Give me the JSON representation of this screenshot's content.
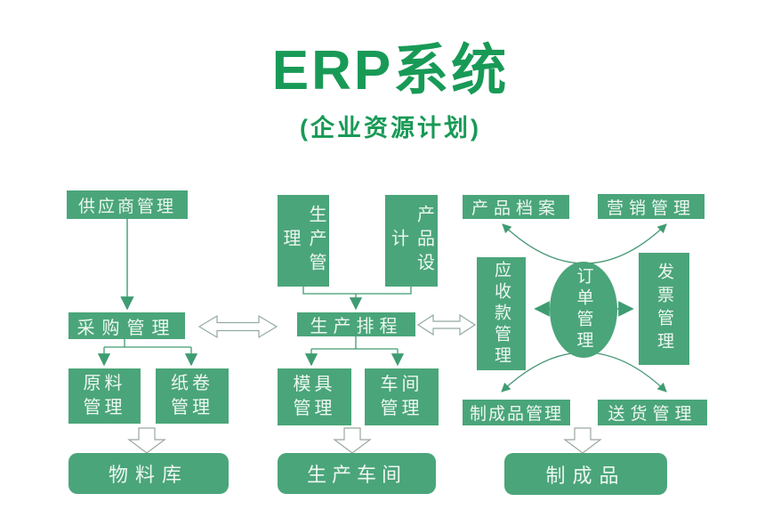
{
  "title": "ERP系统",
  "subtitle": "(企业资源计划)",
  "colors": {
    "title_green": "#189a56",
    "box_green": "#4aa57a",
    "box_text": "#eef7f1",
    "arrow_green": "#3f9c72",
    "hollow_arrow_outline": "#93ab9e"
  },
  "nodes": {
    "supplier": "供应商管理",
    "purchasing": "采购管理",
    "raw_material": "原料管理",
    "paper_roll": "纸卷管理",
    "material_store": "物料库",
    "production_mgmt": "生产管理",
    "product_design": "产品设计",
    "scheduling": "生产排程",
    "mold": "模具管理",
    "workshop": "车间管理",
    "production_workshop": "生产车间",
    "product_archive": "产品档案",
    "marketing": "营销管理",
    "receivables": "应收款管理",
    "orders": "订单管理",
    "invoice": "发票管理",
    "finished_goods_mgmt": "制成品管理",
    "delivery": "送货管理",
    "finished_goods": "制成品"
  }
}
